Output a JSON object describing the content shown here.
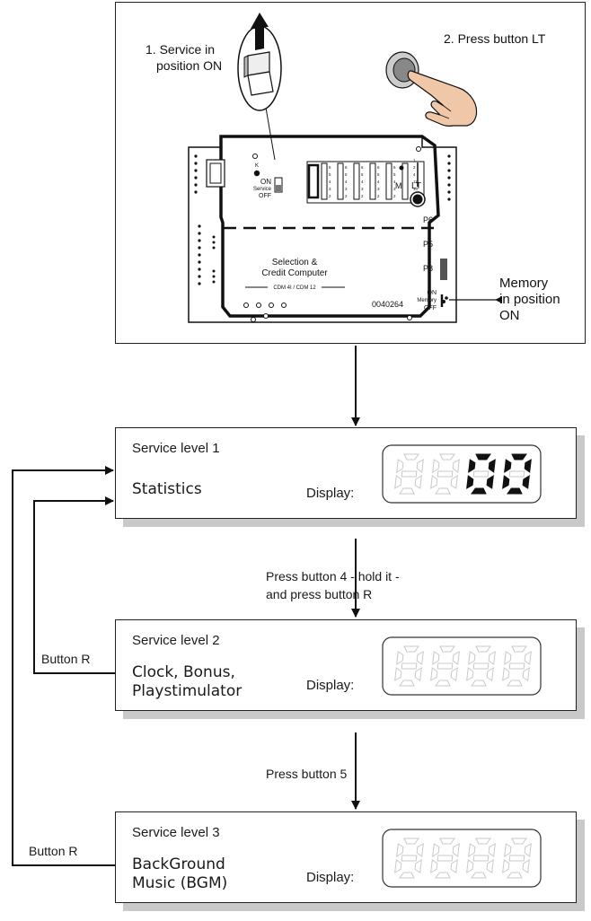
{
  "top_panel": {
    "step1": [
      "1. Service in",
      "position ON"
    ],
    "step2": "2. Press button LT",
    "memory": [
      "Memory",
      "in position",
      "ON"
    ],
    "board": {
      "title_line1": "Selection &",
      "title_line2": "Credit Computer",
      "model": "CDM 4I / CDM 12",
      "serial": "0040264",
      "service_on": "ON",
      "service_label": "Service",
      "service_off": "OFF",
      "memory_on": "ON",
      "memory_label": "Memory",
      "memory_off": "OFF",
      "btn_m": "M",
      "btn_lt": "LT",
      "conn_p6": "P6",
      "conn_p5": "P5",
      "conn_p8": "P8",
      "label_k": "K"
    }
  },
  "levels": [
    {
      "title": "Service level 1",
      "desc": [
        "Statistics"
      ],
      "display_label": "Display:",
      "display_value": "00"
    },
    {
      "title": "Service level 2",
      "desc": [
        "Clock, Bonus,",
        "Playstimulator"
      ],
      "display_label": "Display:",
      "display_value": ""
    },
    {
      "title": "Service level 3",
      "desc": [
        "BackGround",
        "Music (BGM)"
      ],
      "display_label": "Display:",
      "display_value": ""
    }
  ],
  "notes": {
    "to_level2": [
      "Press button 4 - hold it -",
      "and press button R"
    ],
    "to_level3": "Press button 5"
  },
  "side_labels": {
    "level2_button": "Button R",
    "level3_button": "Button R"
  }
}
